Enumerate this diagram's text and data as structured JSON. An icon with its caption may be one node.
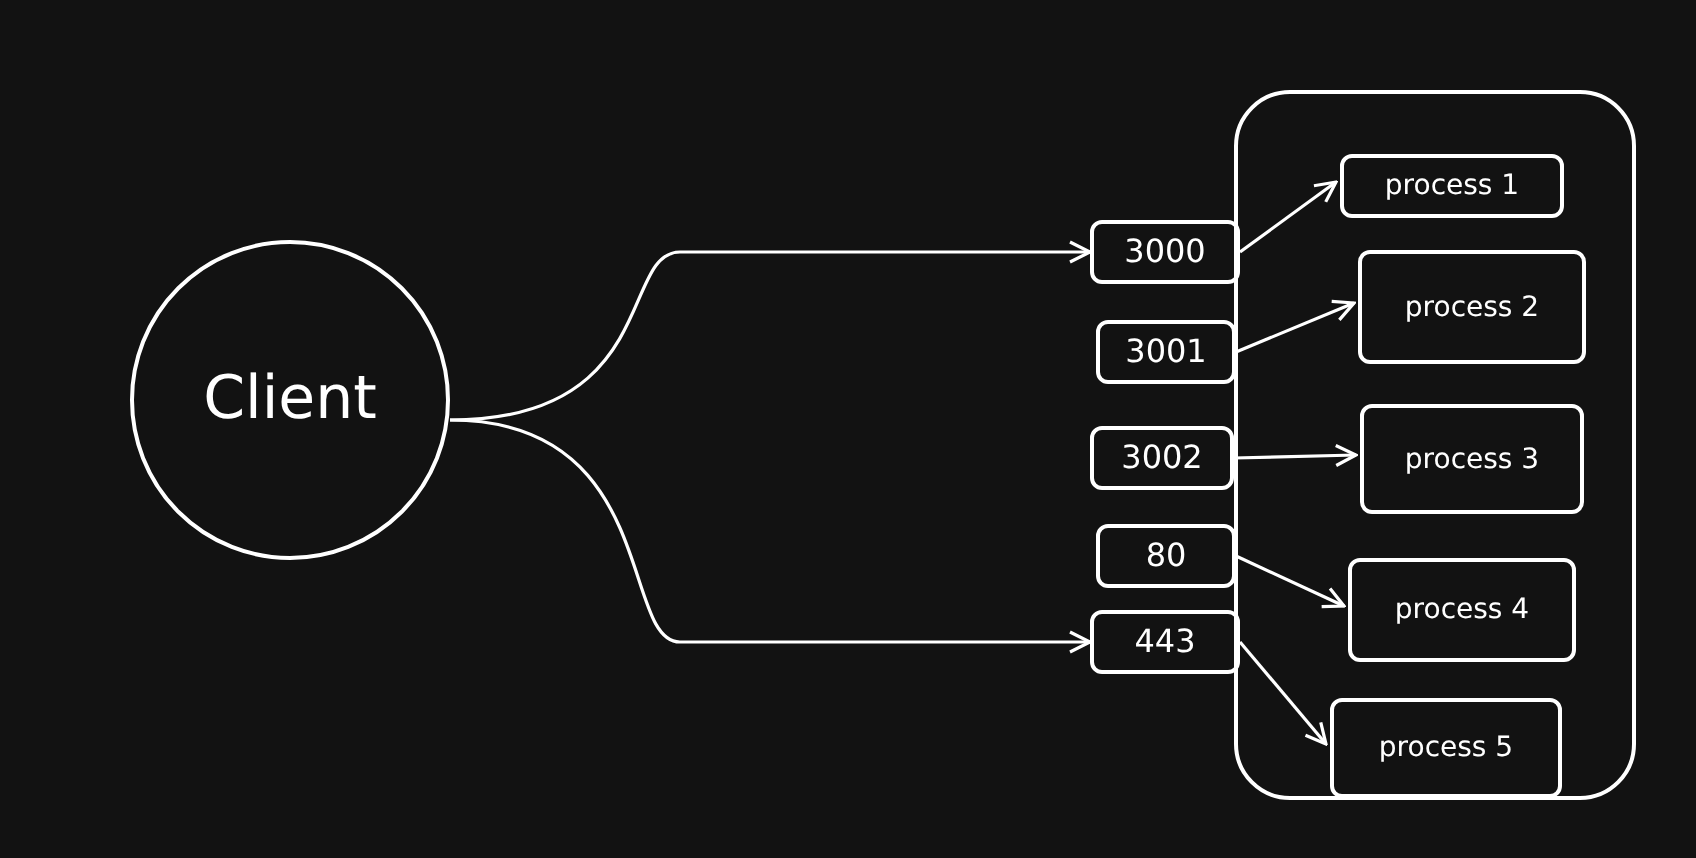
{
  "diagram": {
    "nodes": [
      {
        "text": [
          "Client"
        ]
      },
      {
        "text": [],
        "shape": "box"
      },
      {
        "text": [
          "3000"
        ]
      },
      {
        "text": [
          "3001"
        ]
      },
      {
        "text": [
          "3002"
        ]
      },
      {
        "text": [
          "80"
        ]
      },
      {
        "text": [
          "443"
        ]
      },
      {
        "text": [
          "process 1"
        ],
        "in": 1
      },
      {
        "text": [
          "process 2"
        ],
        "in": 1
      },
      {
        "text": [
          "process 3"
        ],
        "in": 1
      },
      {
        "text": [
          "process 4"
        ],
        "in": 1
      },
      {
        "text": [
          "process 5"
        ],
        "in": 1
      }
    ],
    "edges": [
      {
        "from": 0,
        "to": 2,
        "arrow": "to"
      },
      {
        "from": 0,
        "to": 6,
        "arrow": "to"
      },
      {
        "from": 2,
        "to": 7,
        "arrow": "to"
      },
      {
        "from": 3,
        "to": 8,
        "arrow": "to"
      },
      {
        "from": 4,
        "to": 9,
        "arrow": "to"
      },
      {
        "from": 5,
        "to": 10,
        "arrow": "to"
      },
      {
        "from": 6,
        "to": 11,
        "arrow": "to"
      }
    ]
  }
}
